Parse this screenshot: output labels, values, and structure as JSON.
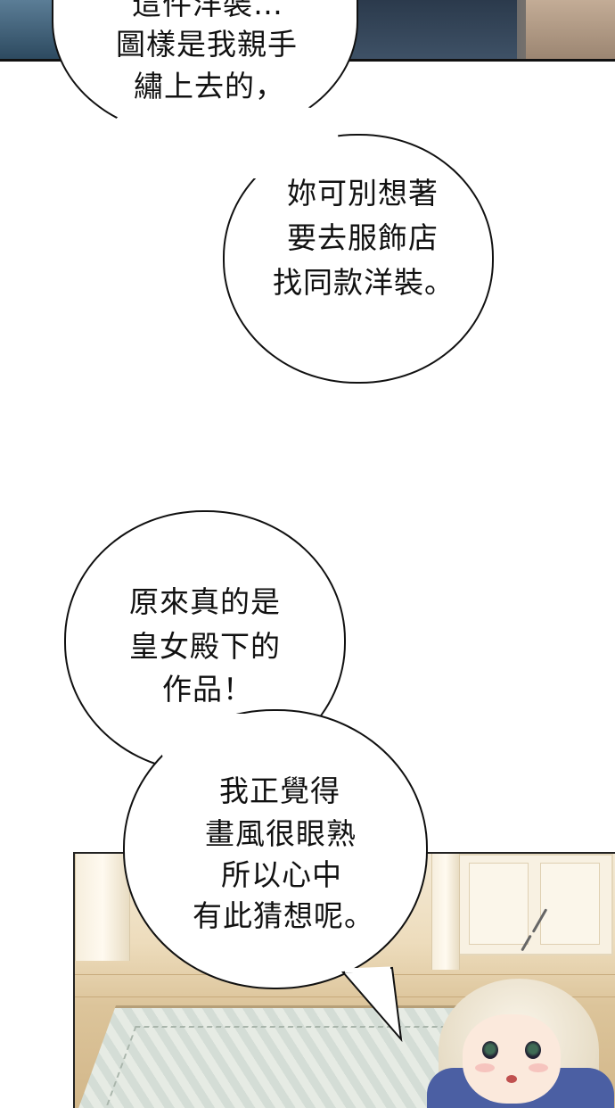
{
  "bubbles": [
    {
      "id": "bubble-1",
      "lines": [
        "這件洋裝…",
        "圖樣是我親手",
        "繡上去的，"
      ]
    },
    {
      "id": "bubble-2",
      "lines": [
        "妳可別想著",
        "要去服飾店",
        "找同款洋裝。"
      ]
    },
    {
      "id": "bubble-3",
      "lines": [
        "原來真的是",
        "皇女殿下的",
        "作品！"
      ]
    },
    {
      "id": "bubble-4",
      "lines": [
        "我正覺得",
        "畫風很眼熟",
        "所以心中",
        "有此猜想呢。"
      ]
    }
  ],
  "colors": {
    "bubble_fill": "#ffffff",
    "outline": "#111111",
    "text": "#111111",
    "dress": "#4b5fa3",
    "floor": "#dcc49a"
  }
}
